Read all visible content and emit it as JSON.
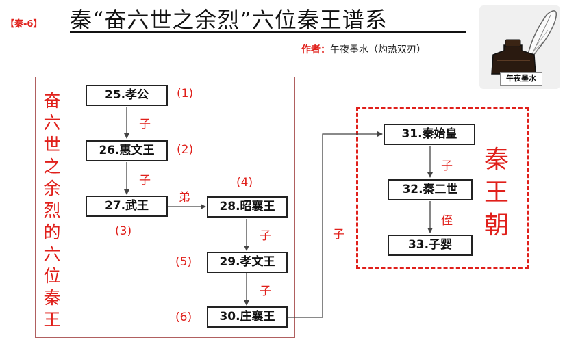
{
  "header": {
    "tag": "【秦-6】",
    "title": "秦“奋六世之余烈”六位秦王谱系",
    "author_label": "作者：",
    "author_name": "午夜墨水（灼热双刃）",
    "logo_text": "午夜墨水"
  },
  "captions": {
    "left": "奋六世之余烈的六位秦王",
    "right": "秦王朝"
  },
  "nodes": {
    "n25": "25.孝公",
    "n26": "26.惠文王",
    "n27": "27.武王",
    "n28": "28.昭襄王",
    "n29": "29.孝文王",
    "n30": "30.庄襄王",
    "n31": "31.秦始皇",
    "n32": "32.秦二世",
    "n33": "33.子婴"
  },
  "sequence": {
    "s1": "(1)",
    "s2": "(2)",
    "s3": "(3)",
    "s4": "(4)",
    "s5": "(5)",
    "s6": "(6)"
  },
  "relations": {
    "r25_26": "子",
    "r26_27": "子",
    "r27_28": "弟",
    "r28_29": "子",
    "r29_30": "子",
    "r30_31": "子",
    "r31_32": "子",
    "r32_33": "侄"
  },
  "colors": {
    "accent": "#e0201b",
    "frame": "#b06060",
    "box_border": "#222222",
    "arrow": "#444444"
  }
}
